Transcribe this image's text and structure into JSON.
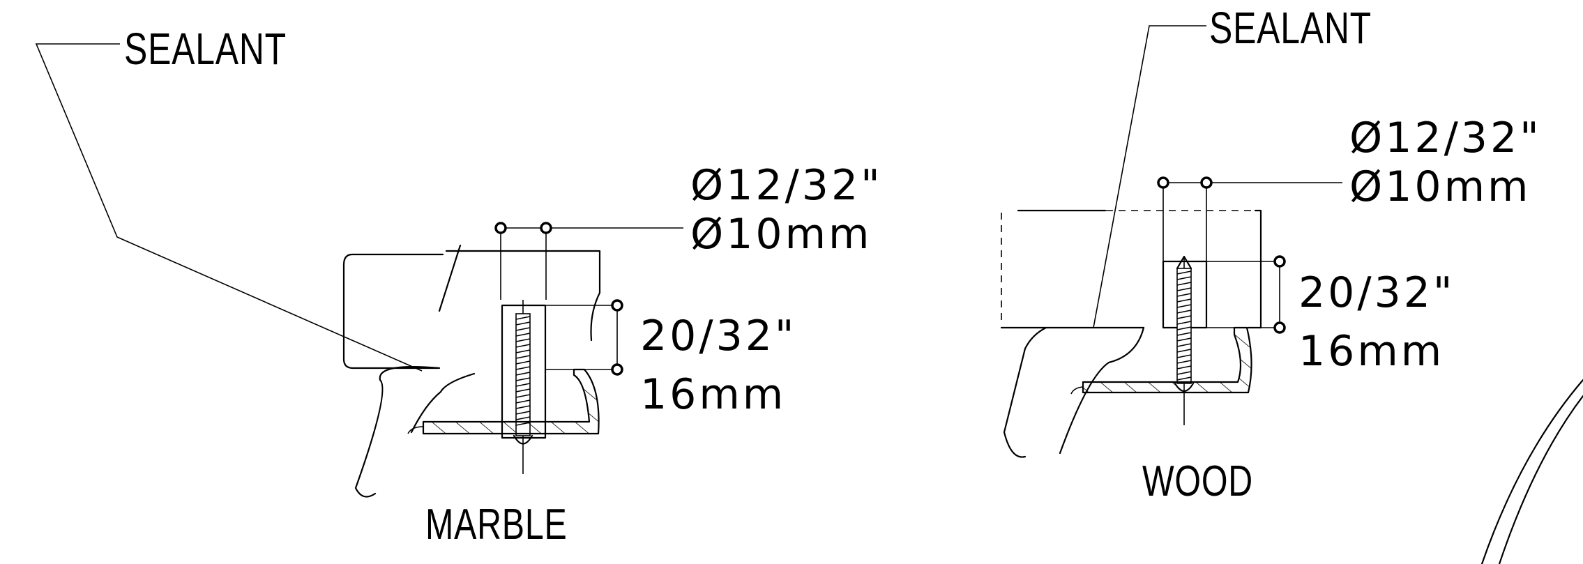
{
  "left_detail": {
    "sealant_label": "SEALANT",
    "diameter_in": "12/32\"",
    "diameter_mm": "10mm",
    "diameter_symbol": "Ø",
    "depth_in": "20/32\"",
    "depth_mm": "16mm",
    "material_label": "MARBLE"
  },
  "right_detail": {
    "sealant_label": "SEALANT",
    "diameter_in": "12/32\"",
    "diameter_mm": "10mm",
    "diameter_symbol": "Ø",
    "depth_in": "20/32\"",
    "depth_mm": "16mm",
    "material_label": "WOOD"
  }
}
